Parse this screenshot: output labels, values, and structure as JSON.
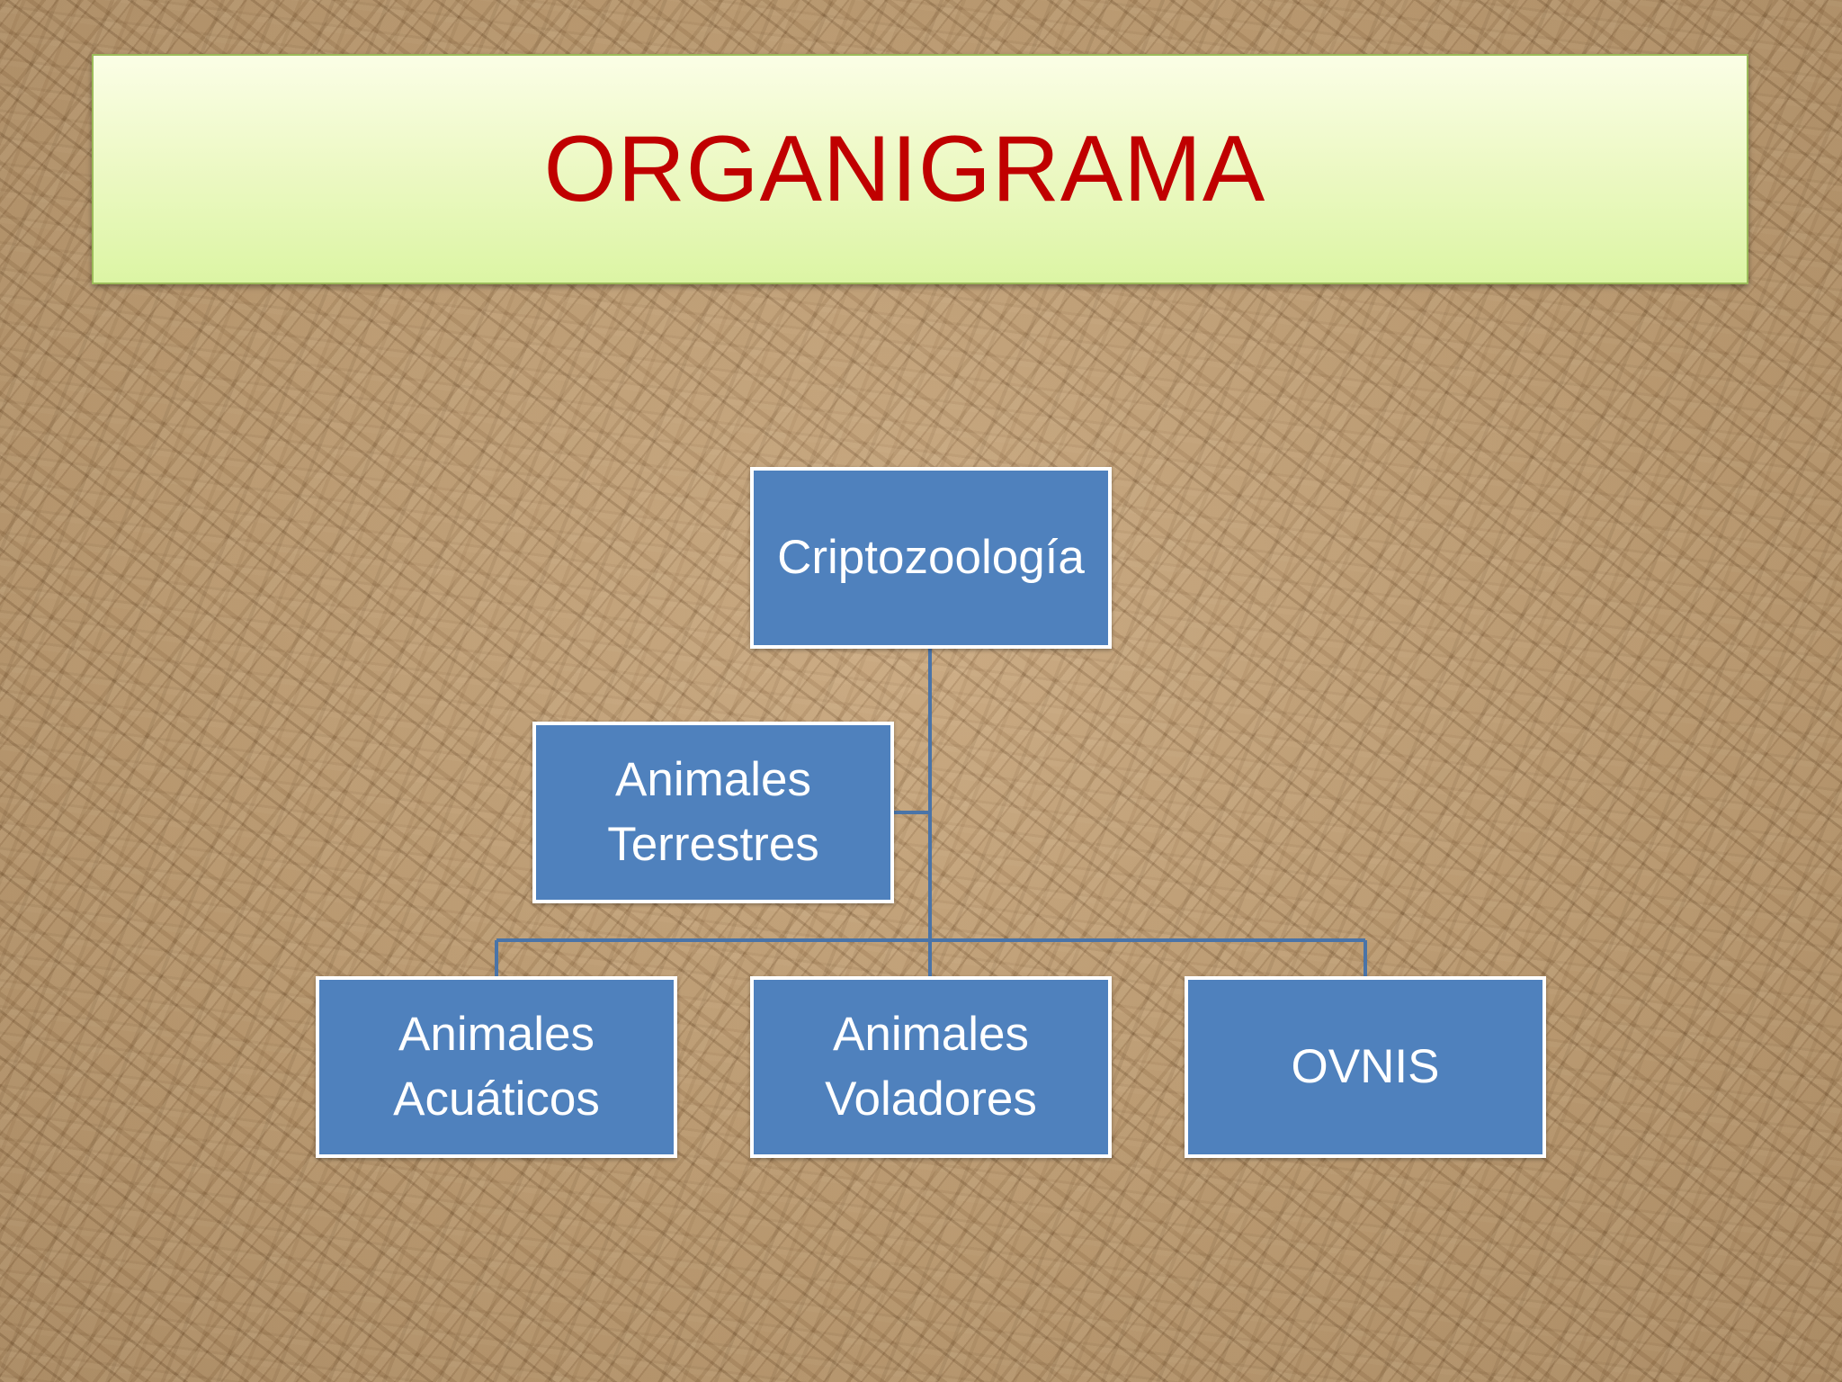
{
  "title": "ORGANIGRAMA",
  "chart": {
    "root": "Criptozoología",
    "assistant": "Animales\nTerrestres",
    "children": [
      "Animales\nAcuáticos",
      "Animales\nVoladores",
      "OVNIS"
    ]
  },
  "colors": {
    "title_text": "#c00000",
    "node_fill": "#4f81bd",
    "node_border": "#ffffff",
    "connector": "#4a74a8",
    "title_fill": "#e6f8b8"
  }
}
